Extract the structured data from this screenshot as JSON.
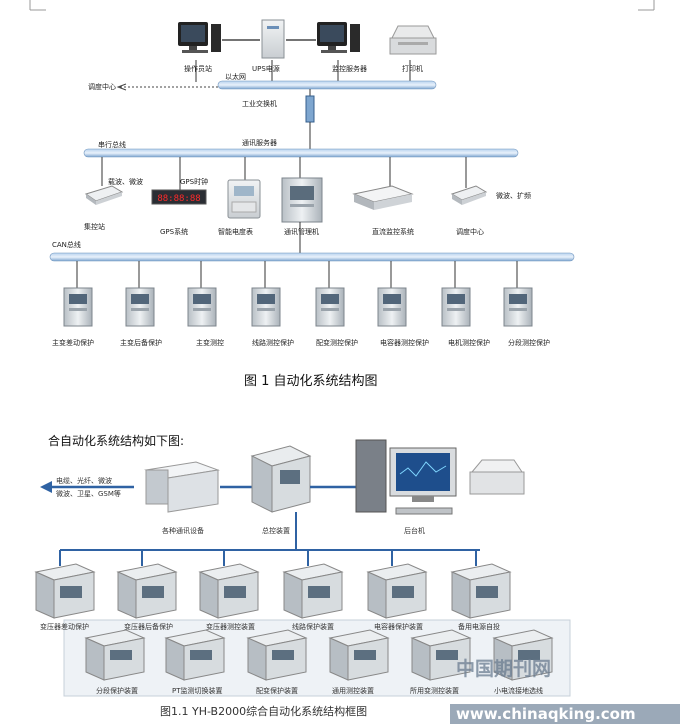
{
  "top": {
    "devices": {
      "operator": "操作员站",
      "ups": "UPS电源",
      "monitor_server": "监控服务器",
      "printer": "打印机"
    },
    "ethernet": "以太网",
    "dispatch_center": "调度中心",
    "industrial_switch": "工业交换机",
    "comm_server": "通讯服务器",
    "serial_bus": "串行总线",
    "wave_labels": "载波、微波",
    "gps_clock": "GPS时钟",
    "gps_display": "88:88:88",
    "centralized_station": "集控站",
    "gps_system": "GPS系统",
    "smart_meter": "智能电度表",
    "comm_manager": "通讯管理机",
    "dc_monitor": "直流监控系统",
    "microwave_fiber": "微波、扩频",
    "dispatch_center2": "调度中心",
    "can_bus": "CAN总线",
    "protections": [
      "主变差动保护",
      "主变后备保护",
      "主变测控",
      "线路测控保护",
      "配变测控保护",
      "电容器测控保护",
      "电机测控保护",
      "分段测控保护"
    ],
    "caption": "图 1 自动化系统结构图"
  },
  "bottom": {
    "heading": "合自动化系统结构如下图:",
    "comm_text_1": "电缆、光纤、微波",
    "comm_text_2": "微波、卫星、GSM等",
    "comm_devices": "各种通讯设备",
    "master_device": "总控装置",
    "backend": "后台机",
    "row1": [
      "变压器差动保护",
      "变压器后备保护",
      "变压器测控装置",
      "线路保护装置",
      "电容器保护装置",
      "备用电源自投"
    ],
    "row2": [
      "分段保护装置",
      "PT监测切换装置",
      "配变保护装置",
      "通用测控装置",
      "所用变测控装置",
      "小电流接地选线"
    ],
    "caption": "图1.1 YH-B2000综合自动化系统结构框图",
    "watermark_brand": "中国期刊网",
    "watermark_url": "www.chinaqking.com"
  }
}
